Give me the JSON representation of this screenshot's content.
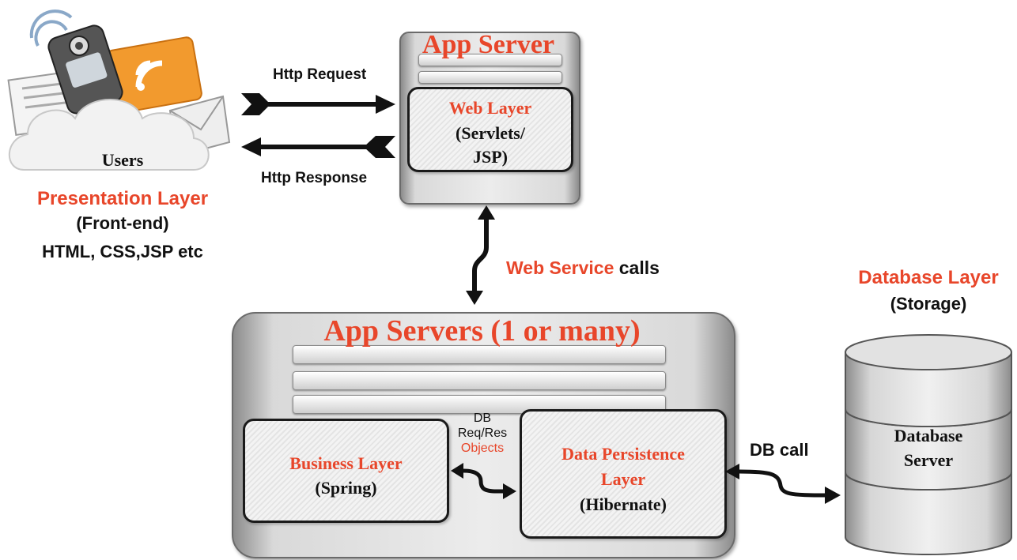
{
  "users": {
    "label": "Users"
  },
  "presentation": {
    "title": "Presentation Layer",
    "subtitle": "(Front-end)",
    "tech": "HTML, CSS,JSP etc"
  },
  "http": {
    "request": "Http Request",
    "response": "Http Response"
  },
  "app_server": {
    "title": "App Server",
    "web_layer": {
      "title": "Web Layer",
      "line1": "(Servlets/",
      "line2": "JSP)"
    }
  },
  "web_service": {
    "emph": "Web Service",
    "rest": "calls"
  },
  "app_servers": {
    "title": "App Servers (1 or many)",
    "business": {
      "title": "Business Layer",
      "sub": "(Spring)"
    },
    "db_objects": {
      "line1": "DB",
      "line2": "Req/Res",
      "line3": "Objects"
    },
    "persistence": {
      "line1": "Data Persistence",
      "line2": "Layer",
      "sub": "(Hibernate)"
    }
  },
  "db_call": "DB call",
  "database_layer": {
    "title": "Database Layer",
    "sub": "(Storage)"
  },
  "database_server": {
    "line1": "Database",
    "line2": "Server"
  },
  "colors": {
    "accent": "#e8462a",
    "text": "#111111",
    "server_gray": "#d9d9d9"
  }
}
